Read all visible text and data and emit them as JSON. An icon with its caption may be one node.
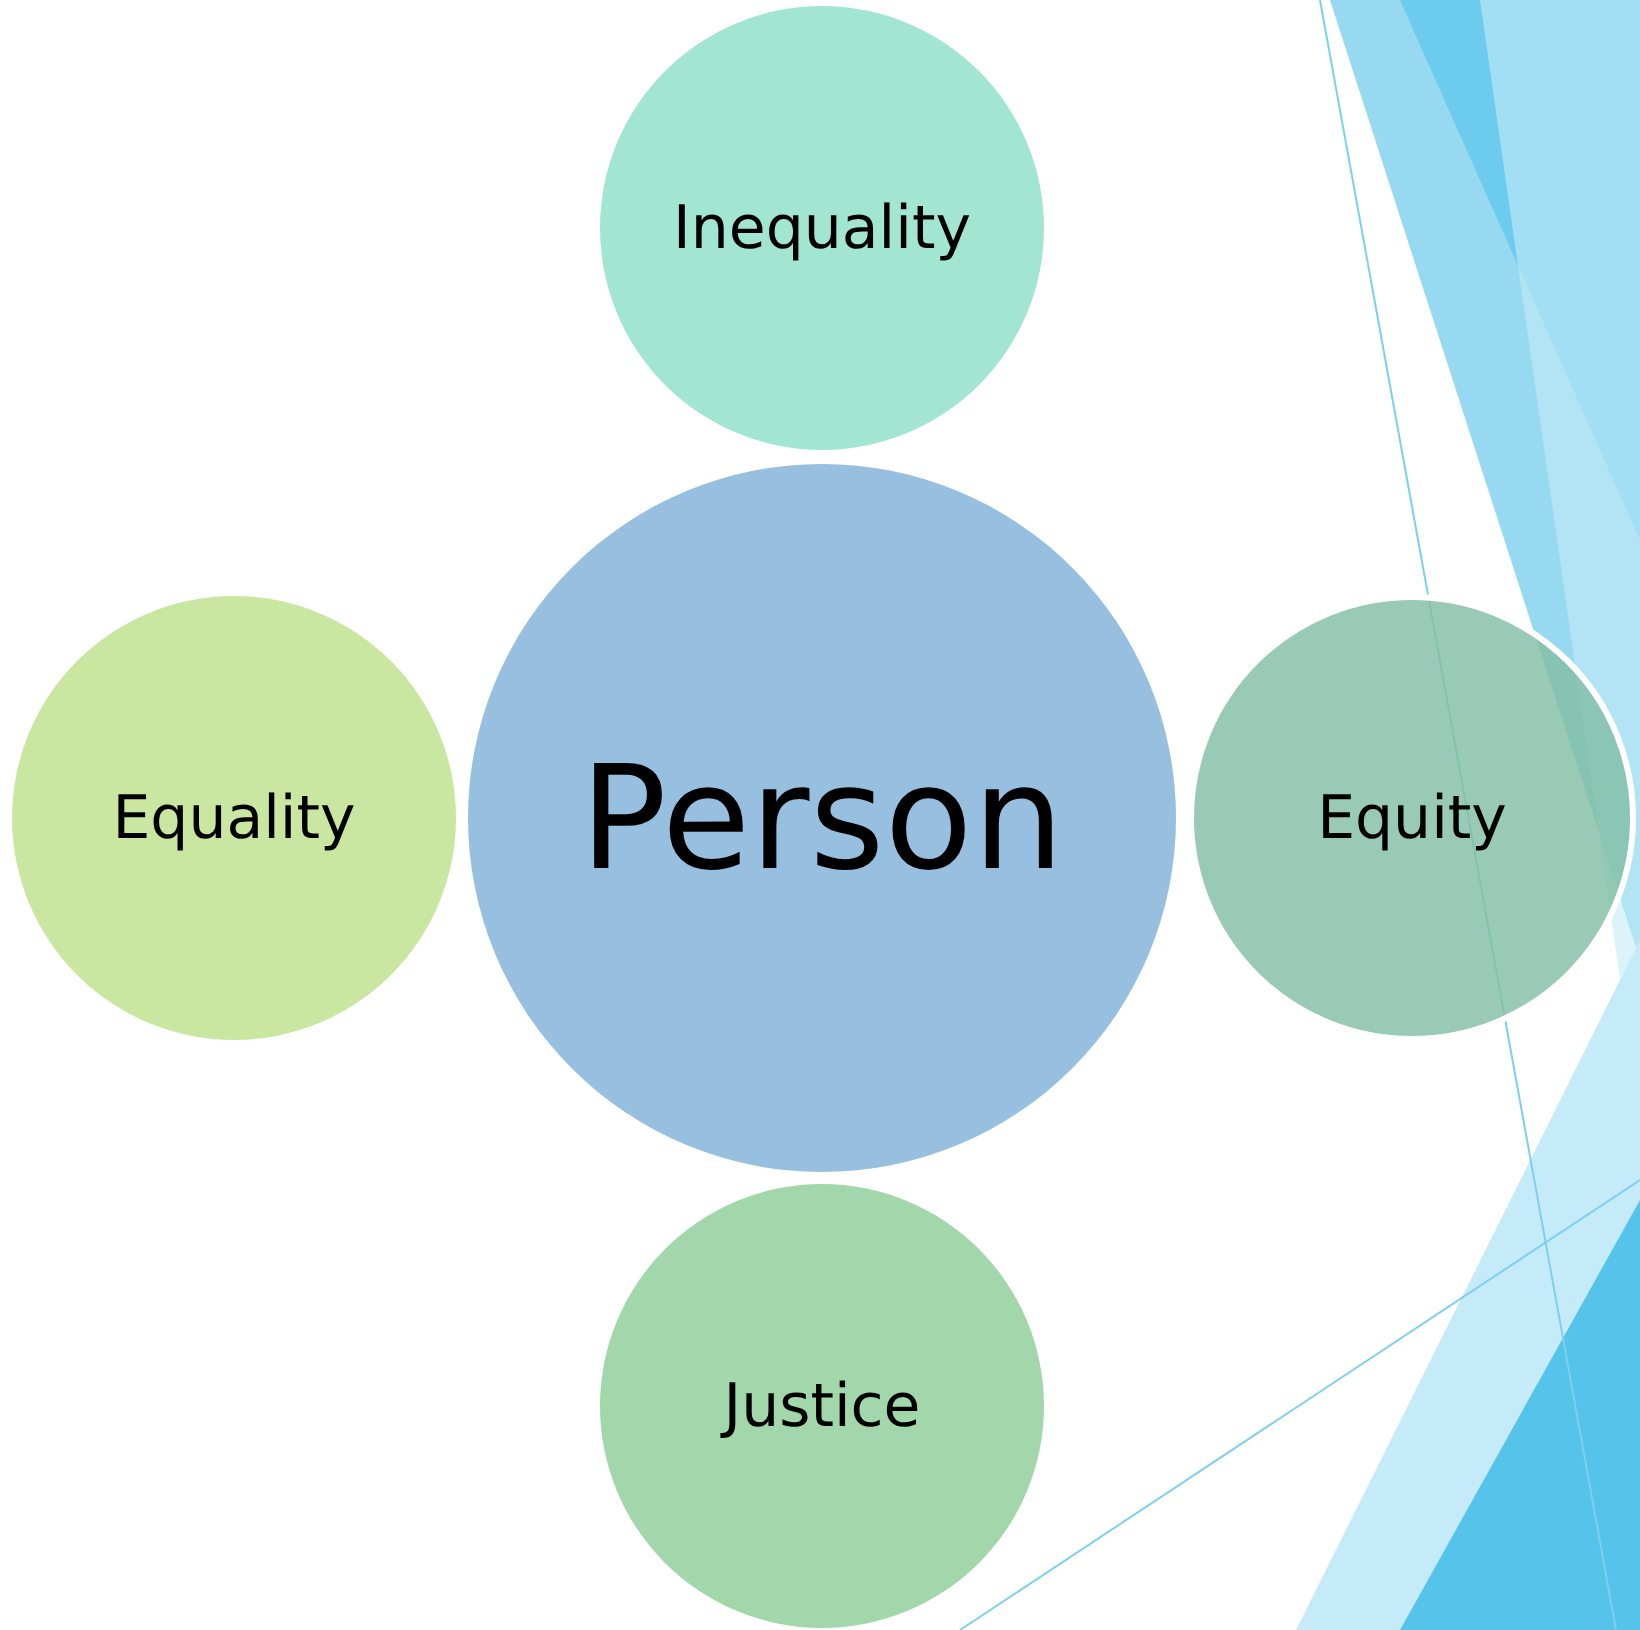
{
  "diagram": {
    "nodes": [
      {
        "text": [
          "Inequality"
        ]
      },
      {
        "text": [
          "Equality"
        ]
      },
      {
        "text": [
          "Person"
        ]
      },
      {
        "text": [
          "Equity"
        ]
      },
      {
        "text": [
          "Justice"
        ]
      }
    ],
    "edges": []
  }
}
